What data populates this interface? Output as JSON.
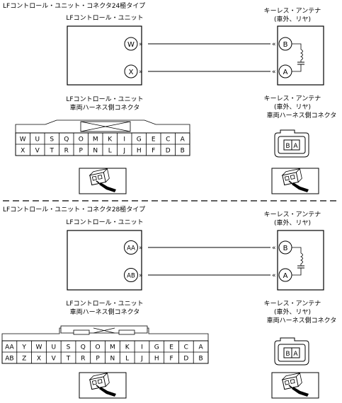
{
  "section1": {
    "title": "LFコントロール・ユニット・コネクタ24極タイプ",
    "unit_label": "LFコントロール・ユニット",
    "antenna_label": [
      "キーレス・アンテナ",
      "(車外、リヤ)"
    ],
    "unit_pins": [
      "W",
      "X"
    ],
    "antenna_pins": [
      "B",
      "A"
    ],
    "unit_connector_label": [
      "LFコントロール・ユニット",
      "車両ハーネス側コネクタ"
    ],
    "antenna_connector_label": [
      "キーレス・アンテナ",
      "(車外、リヤ)",
      "車両ハーネス側コネクタ"
    ],
    "grid_row1": [
      "W",
      "U",
      "S",
      "Q",
      "O",
      "M",
      "K",
      "I",
      "G",
      "E",
      "C",
      "A"
    ],
    "grid_row2": [
      "X",
      "V",
      "T",
      "R",
      "P",
      "N",
      "L",
      "J",
      "H",
      "F",
      "D",
      "B"
    ],
    "antenna_connector_pins": [
      "B",
      "A"
    ]
  },
  "section2": {
    "title": "LFコントロール・ユニット・コネクタ28極タイプ",
    "unit_label": "LFコントロール・ユニット",
    "antenna_label": [
      "キーレス・アンテナ",
      "(車外、リヤ)"
    ],
    "unit_pins": [
      "AA",
      "AB"
    ],
    "antenna_pins": [
      "B",
      "A"
    ],
    "unit_connector_label": [
      "LFコントロール・ユニット",
      "車両ハーネス側コネクタ"
    ],
    "antenna_connector_label": [
      "キーレス・アンテナ",
      "(車外、リヤ)",
      "車両ハーネス側コネクタ"
    ],
    "grid_row1": [
      "AA",
      "Y",
      "W",
      "U",
      "S",
      "Q",
      "O",
      "M",
      "K",
      "I",
      "G",
      "E",
      "C",
      "A"
    ],
    "grid_row2": [
      "AB",
      "Z",
      "X",
      "V",
      "T",
      "R",
      "P",
      "N",
      "L",
      "J",
      "H",
      "F",
      "D",
      "B"
    ],
    "antenna_connector_pins": [
      "B",
      "A"
    ]
  }
}
